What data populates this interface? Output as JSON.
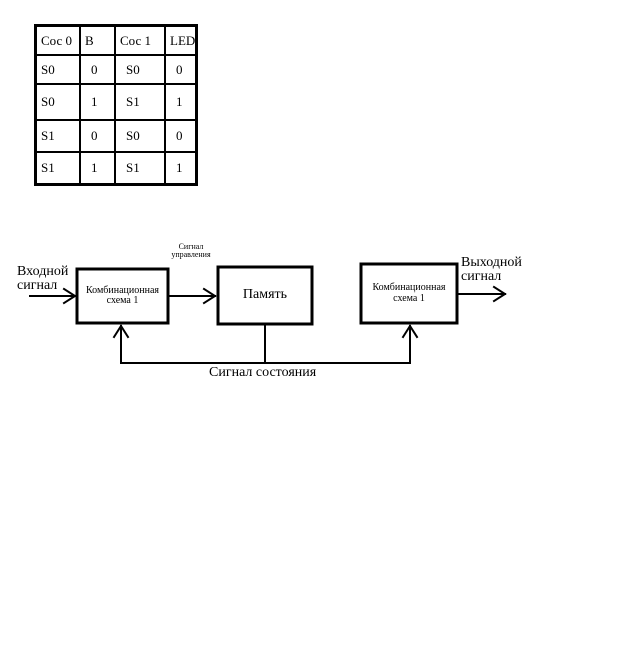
{
  "table": {
    "headers": [
      "Сос 0",
      "B",
      "Сос 1",
      "LED"
    ],
    "rows": [
      [
        "S0",
        "0",
        "S0",
        "0"
      ],
      [
        "S0",
        "1",
        "S1",
        "1"
      ],
      [
        "S1",
        "0",
        "S0",
        "0"
      ],
      [
        "S1",
        "1",
        "S1",
        "1"
      ]
    ]
  },
  "diagram": {
    "input_label_line1": "Входной",
    "input_label_line2": "сигнал",
    "block1_line1": "Комбинационная",
    "block1_line2": "схема 1",
    "control_label_line1": "Сигнал",
    "control_label_line2": "управления",
    "memory_label": "Память",
    "block2_line1": "Комбинационная",
    "block2_line2": "схема 1",
    "output_label_line1": "Выходной",
    "output_label_line2": "сигнал",
    "state_signal_label": "Сигнал состояния"
  }
}
